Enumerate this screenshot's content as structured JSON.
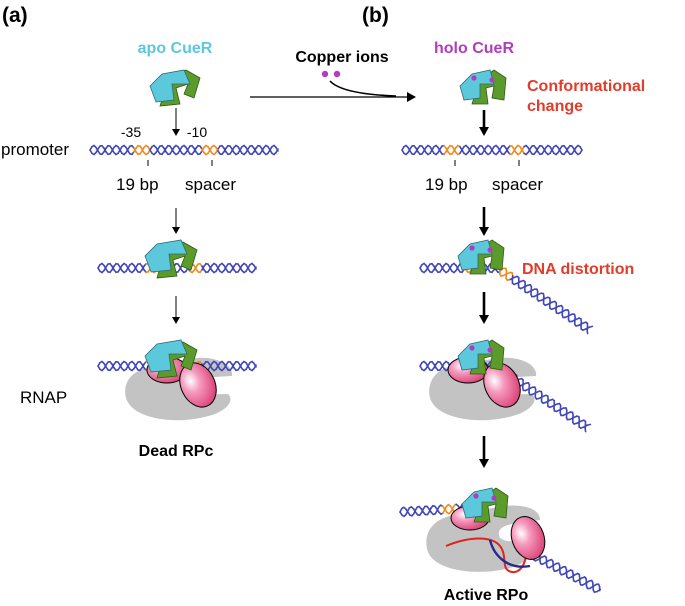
{
  "panels": {
    "a": {
      "label": "(a)",
      "protein": "apo CueR",
      "final_state": "Dead RPc"
    },
    "b": {
      "label": "(b)",
      "protein": "holo CueR",
      "final_state": "Active RPo"
    }
  },
  "copper_label": "Copper ions",
  "promoter_label": "promoter",
  "minus35": "-35",
  "minus10": "-10",
  "spacer": {
    "bp": "19 bp",
    "word": "spacer"
  },
  "rnap_label": "RNAP",
  "annotations": {
    "conformational_1": "Conformational",
    "conformational_2": "change",
    "distortion": "DNA distortion"
  },
  "colors": {
    "cyan_protein": "#5bc8dc",
    "green_protein": "#5b9b2c",
    "magenta": "#b03dbd",
    "red_text": "#e23c2a",
    "dna_blue": "#4147b8",
    "dna_orange": "#f08a1c",
    "rnap_gray": "#c3c3c3",
    "sigma_pink": "#e3508a"
  }
}
